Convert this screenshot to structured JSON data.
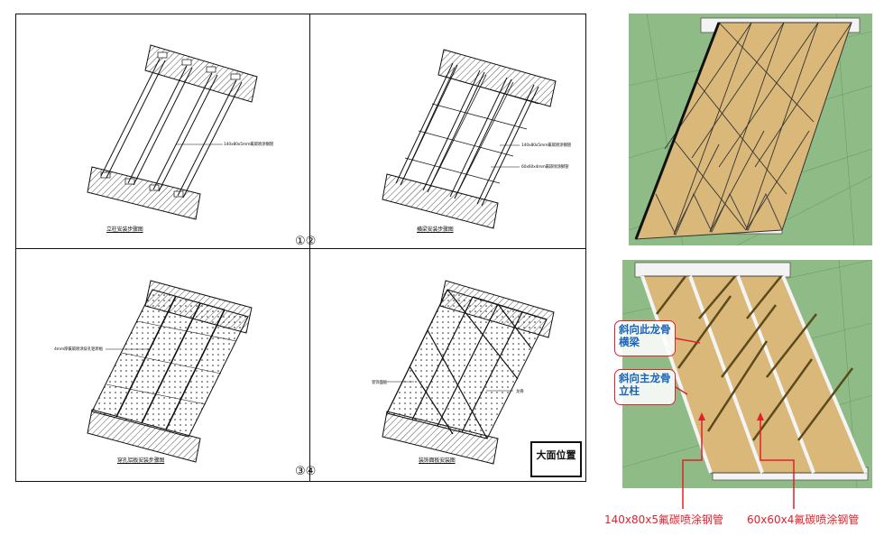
{
  "drawing": {
    "quadrant_captions": [
      "立柱安装步骤图",
      "横梁安装步骤图",
      "穿孔铝板安装步骤图",
      "装饰面板安装图"
    ],
    "markers": {
      "top": "①②",
      "bottom": "③④"
    },
    "leader_labels": {
      "q1": "140x80x5mm氟碳喷涂钢管",
      "q2_a": "140x80x5mm氟碳喷涂钢管",
      "q2_b": "60x60x4mm氟碳喷涂钢管",
      "q3": "4mm厚氟碳喷涂穿孔铝单板",
      "q4_a": "装饰面板",
      "q4_b": "龙骨"
    },
    "title_block": "大面位置"
  },
  "render": {
    "callout_beam": "斜向此龙骨横梁",
    "callout_column": "斜向主龙骨立柱",
    "dim_main": "140x80x5氟碳喷涂钢管",
    "dim_secondary": "60x60x4氟碳喷涂钢管",
    "colors": {
      "grass": "#8fbc86",
      "panel": "#d9b879",
      "accent": "#e0212b",
      "callout_text": "#1a64b8"
    }
  }
}
